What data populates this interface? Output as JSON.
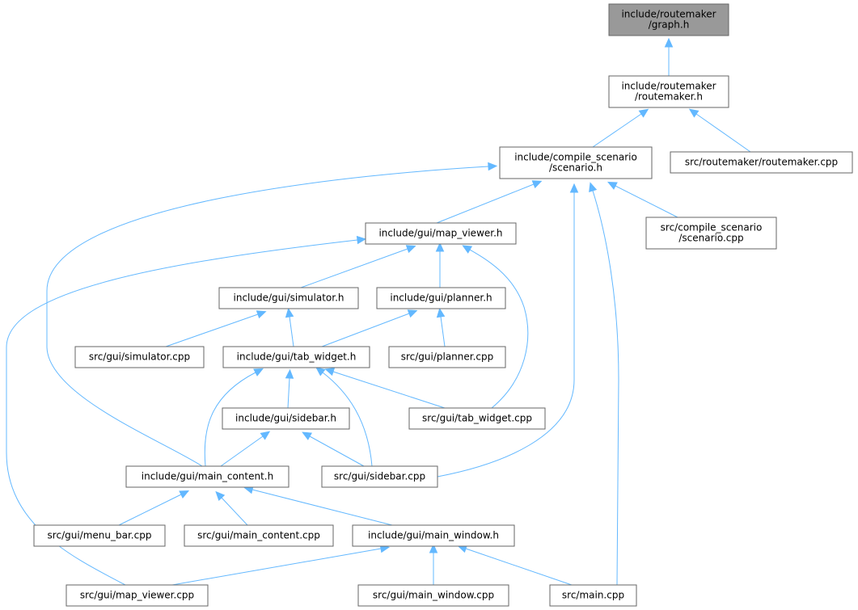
{
  "diagram": {
    "nodes": [
      {
        "id": "graph_h",
        "name": "node-graph-h",
        "lines": [
          "include/routemaker",
          "/graph.h"
        ],
        "highlight": true
      },
      {
        "id": "routemaker_h",
        "name": "node-routemaker-h",
        "lines": [
          "include/routemaker",
          "/routemaker.h"
        ]
      },
      {
        "id": "scenario_h",
        "name": "node-scenario-h",
        "lines": [
          "include/compile_scenario",
          "/scenario.h"
        ]
      },
      {
        "id": "routemaker_cpp",
        "name": "node-routemaker-cpp",
        "lines": [
          "src/routemaker/routemaker.cpp"
        ]
      },
      {
        "id": "map_viewer_h",
        "name": "node-map-viewer-h",
        "lines": [
          "include/gui/map_viewer.h"
        ]
      },
      {
        "id": "scenario_cpp",
        "name": "node-scenario-cpp",
        "lines": [
          "src/compile_scenario",
          "/scenario.cpp"
        ]
      },
      {
        "id": "simulator_h",
        "name": "node-simulator-h",
        "lines": [
          "include/gui/simulator.h"
        ]
      },
      {
        "id": "planner_h",
        "name": "node-planner-h",
        "lines": [
          "include/gui/planner.h"
        ]
      },
      {
        "id": "simulator_cpp",
        "name": "node-simulator-cpp",
        "lines": [
          "src/gui/simulator.cpp"
        ]
      },
      {
        "id": "tab_widget_h",
        "name": "node-tab-widget-h",
        "lines": [
          "include/gui/tab_widget.h"
        ]
      },
      {
        "id": "planner_cpp",
        "name": "node-planner-cpp",
        "lines": [
          "src/gui/planner.cpp"
        ]
      },
      {
        "id": "sidebar_h",
        "name": "node-sidebar-h",
        "lines": [
          "include/gui/sidebar.h"
        ]
      },
      {
        "id": "tab_widget_cpp",
        "name": "node-tab-widget-cpp",
        "lines": [
          "src/gui/tab_widget.cpp"
        ]
      },
      {
        "id": "main_content_h",
        "name": "node-main-content-h",
        "lines": [
          "include/gui/main_content.h"
        ]
      },
      {
        "id": "sidebar_cpp",
        "name": "node-sidebar-cpp",
        "lines": [
          "src/gui/sidebar.cpp"
        ]
      },
      {
        "id": "menu_bar_cpp",
        "name": "node-menu-bar-cpp",
        "lines": [
          "src/gui/menu_bar.cpp"
        ]
      },
      {
        "id": "main_content_cpp",
        "name": "node-main-content-cpp",
        "lines": [
          "src/gui/main_content.cpp"
        ]
      },
      {
        "id": "main_window_h",
        "name": "node-main-window-h",
        "lines": [
          "include/gui/main_window.h"
        ]
      },
      {
        "id": "map_viewer_cpp",
        "name": "node-map-viewer-cpp",
        "lines": [
          "src/gui/map_viewer.cpp"
        ]
      },
      {
        "id": "main_window_cpp",
        "name": "node-main-window-cpp",
        "lines": [
          "src/gui/main_window.cpp"
        ]
      },
      {
        "id": "main_cpp",
        "name": "node-main-cpp",
        "lines": [
          "src/main.cpp"
        ]
      }
    ],
    "edges": [
      {
        "from": "routemaker_h",
        "to": "graph_h"
      },
      {
        "from": "scenario_h",
        "to": "routemaker_h"
      },
      {
        "from": "routemaker_cpp",
        "to": "routemaker_h"
      },
      {
        "from": "main_content_h",
        "to": "scenario_h"
      },
      {
        "from": "map_viewer_h",
        "to": "scenario_h"
      },
      {
        "from": "scenario_cpp",
        "to": "scenario_h"
      },
      {
        "from": "sidebar_cpp",
        "to": "scenario_h"
      },
      {
        "from": "main_cpp",
        "to": "scenario_h"
      },
      {
        "from": "simulator_h",
        "to": "map_viewer_h"
      },
      {
        "from": "planner_h",
        "to": "map_viewer_h"
      },
      {
        "from": "tab_widget_cpp",
        "to": "map_viewer_h"
      },
      {
        "from": "map_viewer_cpp",
        "to": "map_viewer_h"
      },
      {
        "from": "simulator_cpp",
        "to": "simulator_h"
      },
      {
        "from": "tab_widget_h",
        "to": "simulator_h"
      },
      {
        "from": "tab_widget_h",
        "to": "planner_h"
      },
      {
        "from": "planner_cpp",
        "to": "planner_h"
      },
      {
        "from": "main_content_h",
        "to": "tab_widget_h"
      },
      {
        "from": "sidebar_h",
        "to": "tab_widget_h"
      },
      {
        "from": "sidebar_cpp",
        "to": "tab_widget_h"
      },
      {
        "from": "tab_widget_cpp",
        "to": "tab_widget_h"
      },
      {
        "from": "main_content_h",
        "to": "sidebar_h"
      },
      {
        "from": "sidebar_cpp",
        "to": "sidebar_h"
      },
      {
        "from": "menu_bar_cpp",
        "to": "main_content_h"
      },
      {
        "from": "main_content_cpp",
        "to": "main_content_h"
      },
      {
        "from": "main_window_h",
        "to": "main_content_h"
      },
      {
        "from": "map_viewer_cpp",
        "to": "main_window_h"
      },
      {
        "from": "main_window_cpp",
        "to": "main_window_h"
      },
      {
        "from": "main_cpp",
        "to": "main_window_h"
      }
    ],
    "colors": {
      "edge": "#63b8ff",
      "node_border": "#666666",
      "root_fill": "#999999",
      "node_fill": "#ffffff"
    }
  }
}
